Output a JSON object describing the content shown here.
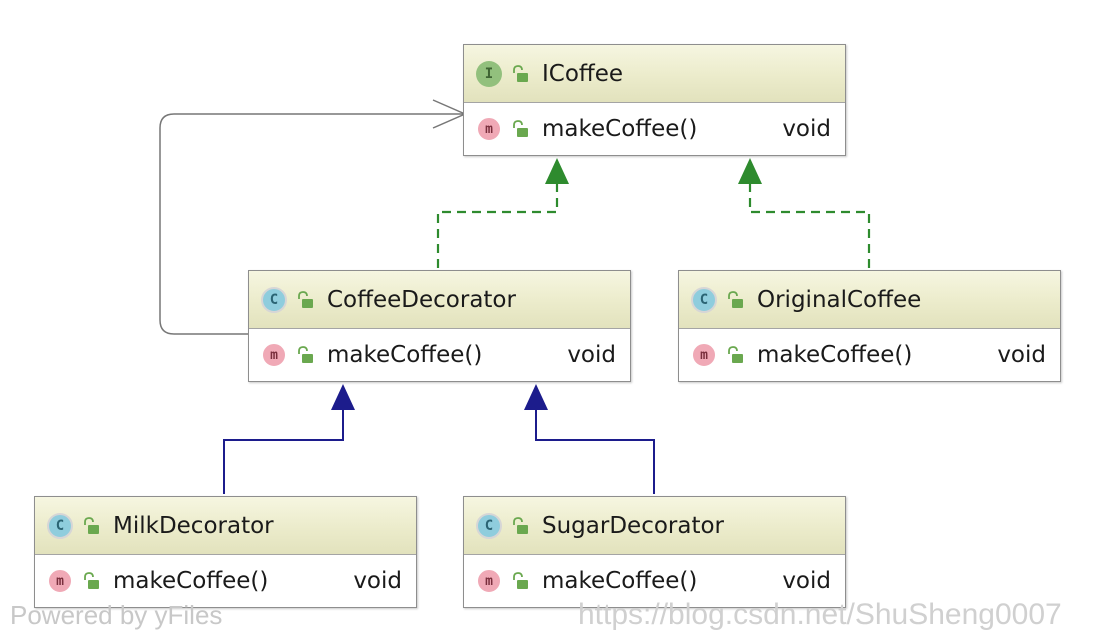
{
  "icons": {
    "interface": "interface-badge-icon",
    "class": "class-badge-icon",
    "method": "method-badge-icon",
    "visibility": "public-lock-icon"
  },
  "colors": {
    "realization_arrow": "#2e8b2e",
    "inheritance_arrow": "#1c1c8c",
    "association_arrow": "#777777",
    "header_fill": "#ececcc"
  },
  "badges": {
    "interface": "I",
    "class": "C",
    "method": "m"
  },
  "nodes": {
    "icoffee": {
      "kind": "interface",
      "name": "ICoffee",
      "method": "makeCoffee()",
      "return_type": "void"
    },
    "coffee_decorator": {
      "kind": "class",
      "name": "CoffeeDecorator",
      "method": "makeCoffee()",
      "return_type": "void"
    },
    "original_coffee": {
      "kind": "class",
      "name": "OriginalCoffee",
      "method": "makeCoffee()",
      "return_type": "void"
    },
    "milk_decorator": {
      "kind": "class",
      "name": "MilkDecorator",
      "method": "makeCoffee()",
      "return_type": "void"
    },
    "sugar_decorator": {
      "kind": "class",
      "name": "SugarDecorator",
      "method": "makeCoffee()",
      "return_type": "void"
    }
  },
  "edges": [
    {
      "from": "coffee_decorator",
      "to": "icoffee",
      "type": "realization"
    },
    {
      "from": "original_coffee",
      "to": "icoffee",
      "type": "realization"
    },
    {
      "from": "milk_decorator",
      "to": "coffee_decorator",
      "type": "inheritance"
    },
    {
      "from": "sugar_decorator",
      "to": "coffee_decorator",
      "type": "inheritance"
    },
    {
      "from": "coffee_decorator",
      "to": "icoffee",
      "type": "association"
    }
  ],
  "watermarks": {
    "left": "Powered by yFiles",
    "right": "https://blog.csdn.net/ShuSheng0007"
  }
}
